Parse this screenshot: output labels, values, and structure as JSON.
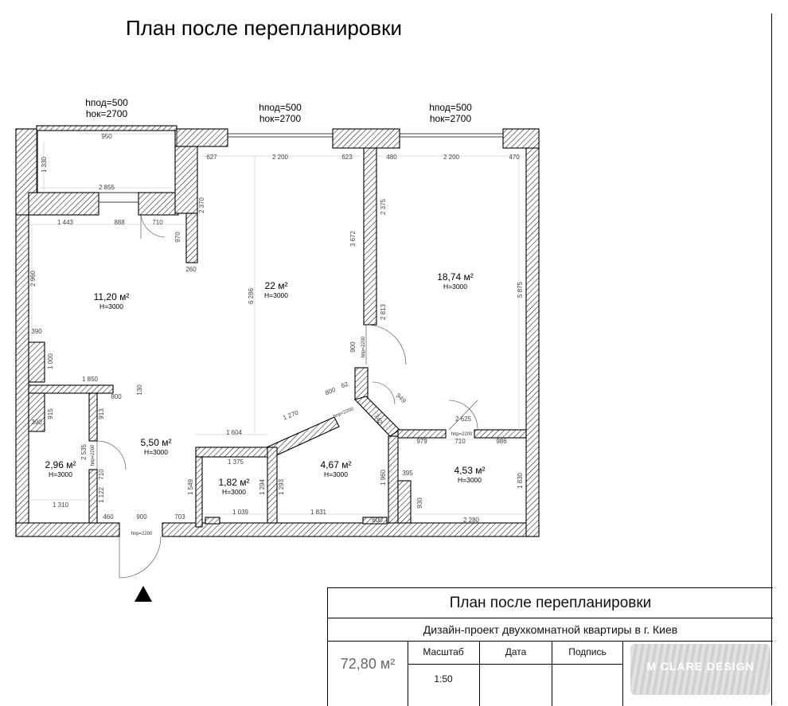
{
  "title": "План после перепланировки",
  "windows": [
    {
      "h1": "hпод=500",
      "h2": "hок=2700"
    },
    {
      "h1": "hпод=500",
      "h2": "hок=2700"
    },
    {
      "h1": "hпод=500",
      "h2": "hок=2700"
    }
  ],
  "rooms": [
    {
      "area": "11,20 м²",
      "height": "H=3000"
    },
    {
      "area": "22 м²",
      "height": "H=3000"
    },
    {
      "area": "18,74 м²",
      "height": "H=3000"
    },
    {
      "area": "5,50 м²",
      "height": "H=3000"
    },
    {
      "area": "2,96 м²",
      "height": "H=3000"
    },
    {
      "area": "1,82 м²",
      "height": "H=3000"
    },
    {
      "area": "4,67 м²",
      "height": "H=3000"
    },
    {
      "area": "4,53 м²",
      "height": "H=3000"
    }
  ],
  "dimensions": [
    "950",
    "1 330",
    "2 855",
    "1 443",
    "888",
    "710",
    "627",
    "2 200",
    "623",
    "480",
    "2 200",
    "470",
    "2 370",
    "970",
    "260",
    "3 672",
    "2 375",
    "2 960",
    "6 286",
    "2 813",
    "5 875",
    "390",
    "1 000",
    "1 850",
    "800",
    "130",
    "900",
    "800",
    "62",
    "949",
    "915",
    "913",
    "1 270",
    "2 625",
    "390",
    "1 604",
    "979",
    "710",
    "986",
    "2 535",
    "710",
    "1 375",
    "1 122",
    "1 549",
    "1 294",
    "1 293",
    "1 960",
    "395",
    "1 830",
    "930",
    "1 310",
    "1 039",
    "1 831",
    "460",
    "900",
    "703",
    "600",
    "2 280",
    "742"
  ],
  "door_labels": [
    "hпр=2200",
    "hпр=2200",
    "hпр=2200",
    "hпр=2200",
    "hпр=2200"
  ],
  "stamp": {
    "title": "План после перепланировки",
    "subtitle": "Дизайн-проект двухкомнатной квартиры в г. Киев",
    "total_area": "72,80 м²",
    "scale_label": "Масштаб",
    "scale_value": "1:50",
    "date_label": "Дата",
    "sign_label": "Подпись",
    "logo_text": "M CLARE DESIGN"
  }
}
